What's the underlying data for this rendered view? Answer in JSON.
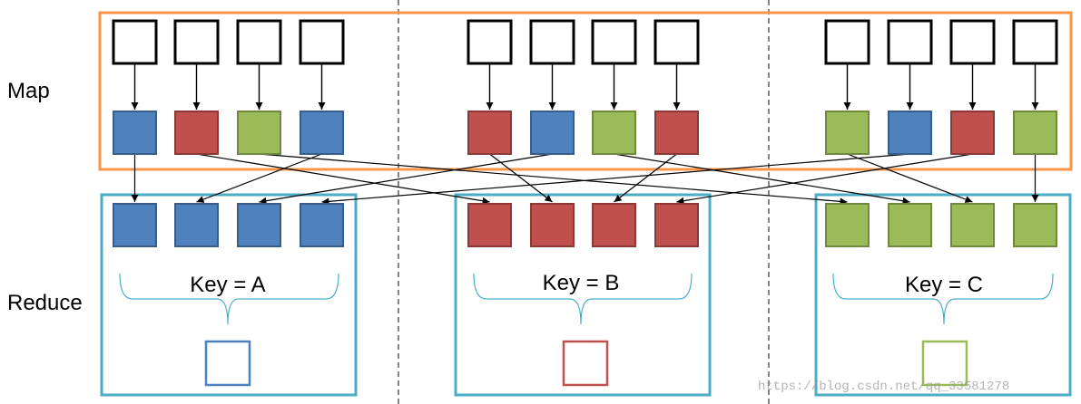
{
  "labels": {
    "map": "Map",
    "reduce": "Reduce"
  },
  "reducers": [
    {
      "key_label": "Key = A",
      "color": "blue"
    },
    {
      "key_label": "Key = B",
      "color": "red"
    },
    {
      "key_label": "Key = C",
      "color": "green"
    }
  ],
  "map_outputs": [
    [
      "blue",
      "red",
      "green",
      "blue"
    ],
    [
      "red",
      "blue",
      "green",
      "red"
    ],
    [
      "green",
      "blue",
      "red",
      "green"
    ]
  ],
  "watermark": "https://blog.csdn.net/qq_33581278",
  "colors": {
    "blue_fill": "#4f81bd",
    "blue_stroke": "#385d8a",
    "red_fill": "#c0504d",
    "red_stroke": "#8c3836",
    "green_fill": "#9bbb59",
    "green_stroke": "#71893f",
    "map_frame": "#f79646",
    "reduce_frame": "#4bacc6",
    "divider": "#333333",
    "arrow": "#000000"
  }
}
